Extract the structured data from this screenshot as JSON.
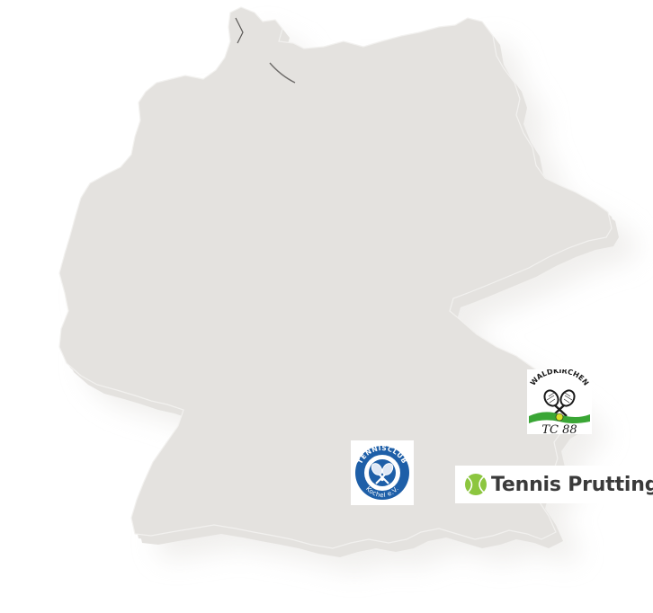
{
  "map": {
    "land_color": "#e4e2df",
    "side_color": "#3c3b39",
    "background_color": "#ffffff"
  },
  "markers": [
    {
      "id": "kochel",
      "logo_text_arc": "TENNISCLUB",
      "logo_text_bottom": "Kochel e.V.",
      "colors": {
        "ring": "#1e5fa8",
        "inner": "#ffffff"
      }
    },
    {
      "id": "waldkirchen",
      "logo_text_arc": "WALDKIRCHEN",
      "logo_text_bottom": "TC 88",
      "colors": {
        "grass": "#3aa635",
        "ball": "#d7e12a"
      }
    },
    {
      "id": "prutting",
      "label": "Tennis Prutting",
      "colors": {
        "ball": "#8cc63f",
        "text": "#3a3a3a"
      }
    }
  ],
  "icons": {
    "kochel": "crossed-rackets-icon",
    "waldkirchen": "crossed-rackets-icon",
    "prutting": "tennis-ball-icon"
  }
}
